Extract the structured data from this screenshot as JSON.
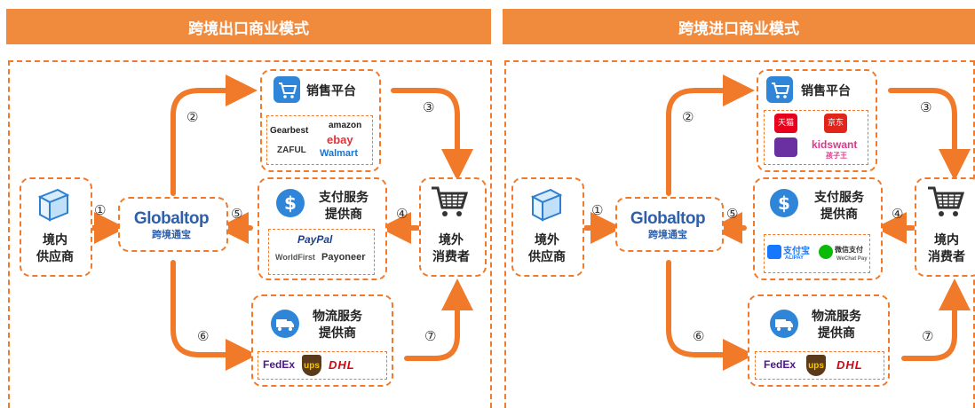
{
  "left": {
    "title": "跨境出口商业模式",
    "supplier": "境内\n供应商",
    "consumer": "境外\n消费者",
    "platform": "销售平台",
    "payment": "支付服务\n提供商",
    "logistics": "物流服务\n提供商",
    "platform_brands": [
      "Gearbest",
      "amazon",
      "ebay",
      "ZAFUL",
      "Walmart"
    ],
    "payment_brands": [
      "PayPal",
      "WorldFirst",
      "Payoneer"
    ],
    "logistics_brands": [
      "FedEx",
      "ups",
      "DHL"
    ]
  },
  "right": {
    "title": "跨境进口商业模式",
    "supplier": "境外\n供应商",
    "consumer": "境内\n消费者",
    "platform": "销售平台",
    "payment": "支付服务\n提供商",
    "logistics": "物流服务\n提供商",
    "platform_brands": [
      "天猫",
      "京东",
      "kidswant",
      "孩子王"
    ],
    "payment_brands": [
      "支付宝",
      "ALIPAY",
      "微信支付",
      "WeChat Pay"
    ],
    "logistics_brands": [
      "FedEx",
      "ups",
      "DHL"
    ]
  },
  "hub": {
    "main": "Globaltop",
    "sub": "跨境通宝"
  },
  "steps": [
    "①",
    "②",
    "③",
    "④",
    "⑤",
    "⑥",
    "⑦"
  ],
  "colors": {
    "accent": "#f08a3c",
    "arrow": "#f07a2a",
    "dash": "#f07a2a",
    "icon_blue": "#2f7fd0"
  }
}
